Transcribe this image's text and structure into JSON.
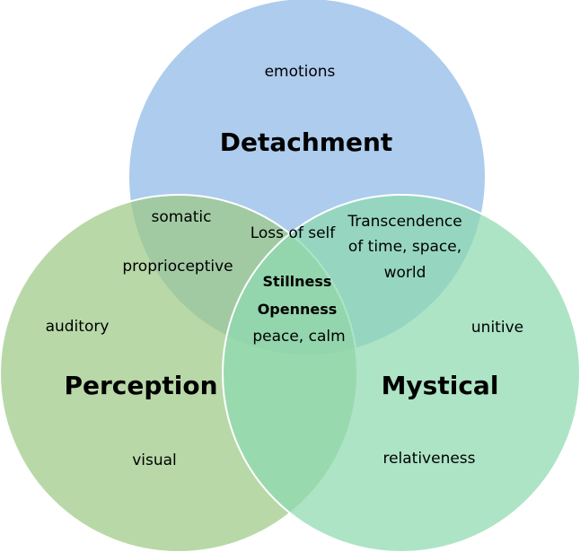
{
  "colors": {
    "detachment": "#8fb8e6",
    "perception": "#9cc986",
    "mystical": "#8ed9b0"
  },
  "sets": {
    "detachment": {
      "label": "Detachment"
    },
    "perception": {
      "label": "Perception"
    },
    "mystical": {
      "label": "Mystical"
    }
  },
  "items": {
    "emotions": "emotions",
    "somatic": "somatic",
    "proprioceptive": "proprioceptive",
    "loss_of_self": "Loss of self",
    "transcendence_1": "Transcendence",
    "transcendence_2": "of time, space,",
    "transcendence_3": "world",
    "stillness": "Stillness",
    "openness": "Openness",
    "peace_calm": "peace, calm",
    "auditory": "auditory",
    "unitive": "unitive",
    "visual": "visual",
    "relativeness": "relativeness"
  }
}
